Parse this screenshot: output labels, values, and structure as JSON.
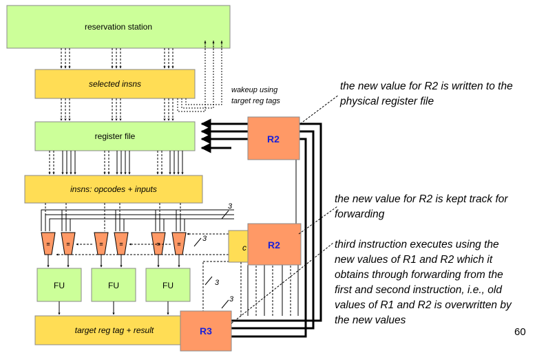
{
  "boxes": {
    "reservation_station": "reservation station",
    "selected_insns": "selected insns",
    "register_file": "register file",
    "insns_opcodes_inputs": "insns: opcodes + inputs",
    "target_reg_tag_result": "target reg tag + result",
    "fu_label": "FU"
  },
  "registers": {
    "r2_top": "R2",
    "r2_mid": "R2",
    "r3": "R3",
    "hidden_mid_char": "c"
  },
  "wakeup_note": [
    "wakeup using",
    "target reg tags"
  ],
  "comparator_label": "=",
  "wire_count": "3",
  "annotations": {
    "ann1": [
      "the new value for R2 is written to the",
      "physical register file"
    ],
    "ann2": [
      "the new value for R2 is kept track for",
      "forwarding"
    ],
    "ann3": [
      "third instruction executes using the",
      "new values of R1 and R2 which it",
      "obtains through forwarding from the",
      "first and second instruction, i.e., old",
      "values of R1 and R2 is overwritten by",
      "the new values"
    ]
  },
  "page_number": "60",
  "colors": {
    "green_box": "#ccff99",
    "yellow_box": "#ffdd55",
    "orange_reg": "#ff9966",
    "reg_text": "#1a22d8",
    "comparator": "#ff9966"
  }
}
